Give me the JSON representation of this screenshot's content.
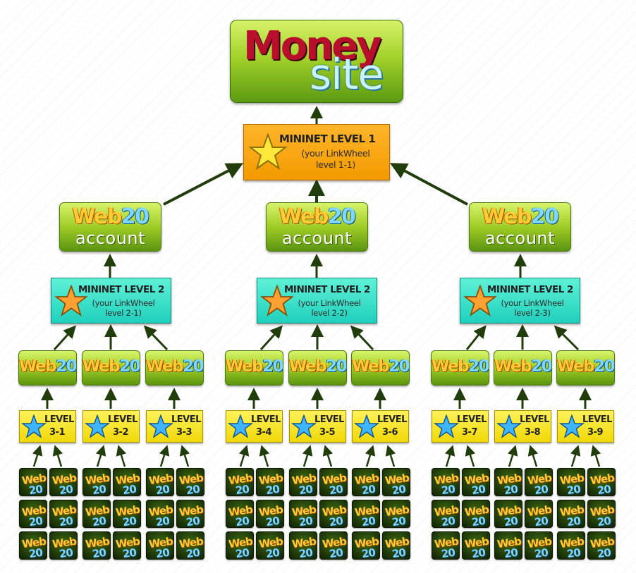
{
  "money_site": {
    "word1": "Money",
    "word2": "site"
  },
  "level1": {
    "title": "MININET LEVEL 1",
    "subtitle": "(your LinkWheel\nlevel 1-1)"
  },
  "web20_account": {
    "web": "Web",
    "num": "20",
    "account": "account"
  },
  "level2": [
    {
      "title": "MININET LEVEL 2",
      "subtitle": "(your LinkWheel\nlevel 2-1)"
    },
    {
      "title": "MININET LEVEL 2",
      "subtitle": "(your LinkWheel\nlevel 2-2)"
    },
    {
      "title": "MININET LEVEL 2",
      "subtitle": "(your LinkWheel\nlevel 2-3)"
    }
  ],
  "web20": {
    "web": "Web",
    "num": "20"
  },
  "level3": [
    {
      "title": "LEVEL",
      "num": "3-1"
    },
    {
      "title": "LEVEL",
      "num": "3-2"
    },
    {
      "title": "LEVEL",
      "num": "3-3"
    },
    {
      "title": "LEVEL",
      "num": "3-4"
    },
    {
      "title": "LEVEL",
      "num": "3-5"
    },
    {
      "title": "LEVEL",
      "num": "3-6"
    },
    {
      "title": "LEVEL",
      "num": "3-7"
    },
    {
      "title": "LEVEL",
      "num": "3-8"
    },
    {
      "title": "LEVEL",
      "num": "3-9"
    }
  ],
  "tile": {
    "web": "Web",
    "num": "20"
  },
  "icons": {
    "level1_star": "star-icon",
    "level2_star": "star-icon",
    "level3_star": "star-icon",
    "arrow": "arrow-up-icon"
  },
  "colors": {
    "level1": "#f39a00",
    "level2": "#20d0bc",
    "level3": "#f0d808",
    "green": "#9fcc26",
    "dark_tile": "#1d3608",
    "arrow": "#213d0c",
    "star_gold": "#ffd21a",
    "star_orange": "#ff8a1a",
    "star_blue": "#2aa8ff"
  }
}
